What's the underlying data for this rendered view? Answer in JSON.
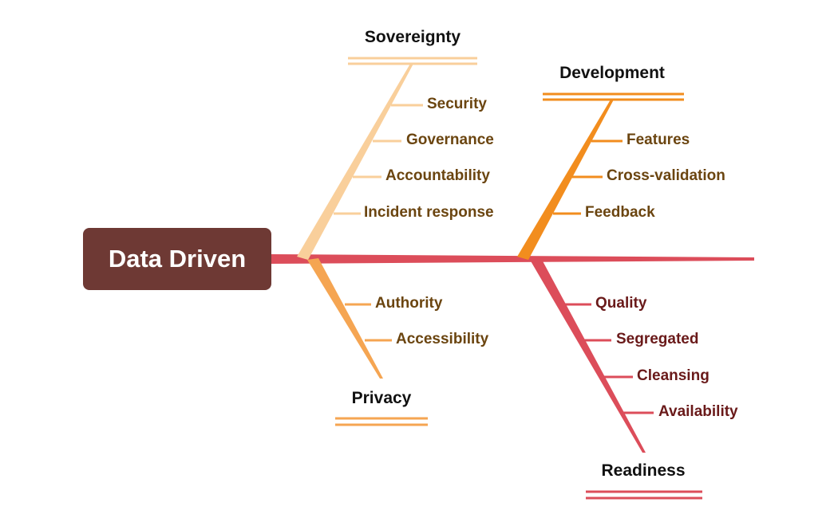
{
  "head": {
    "label": "Data Driven"
  },
  "categories": {
    "sovereignty": {
      "title": "Sovereignty",
      "color": "#f9cf9b",
      "causes": [
        "Security",
        "Governance",
        "Accountability",
        "Incident response"
      ]
    },
    "development": {
      "title": "Development",
      "color": "#f28d1e",
      "causes": [
        "Features",
        "Cross-validation",
        "Feedback"
      ]
    },
    "privacy": {
      "title": "Privacy",
      "color": "#f5a552",
      "causes": [
        "Authority",
        "Accessibility"
      ]
    },
    "readiness": {
      "title": "Readiness",
      "color": "#dc4d5a",
      "causes": [
        "Quality",
        "Segregated",
        "Cleansing",
        "Availability"
      ]
    }
  },
  "colors": {
    "spine": "#dc4d5a",
    "head_box": "#6e3934",
    "cause_text_top": "#6b4510",
    "cause_text_bottom_right": "#6a1a1a"
  }
}
